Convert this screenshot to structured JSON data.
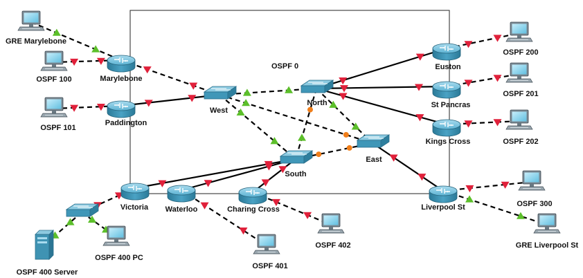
{
  "area_label": "OSPF 0",
  "nodes": [
    {
      "id": "gre_marylebone",
      "type": "pc",
      "label": "GRE Marylebone"
    },
    {
      "id": "ospf100",
      "type": "pc",
      "label": "OSPF 100"
    },
    {
      "id": "ospf101",
      "type": "pc",
      "label": "OSPF 101"
    },
    {
      "id": "marylebone",
      "type": "router",
      "label": "Marylebone"
    },
    {
      "id": "paddington",
      "type": "router",
      "label": "Paddington"
    },
    {
      "id": "west",
      "type": "switch",
      "label": "West"
    },
    {
      "id": "north",
      "type": "switch",
      "label": "North"
    },
    {
      "id": "south",
      "type": "switch",
      "label": "South"
    },
    {
      "id": "east",
      "type": "switch",
      "label": "East"
    },
    {
      "id": "euston",
      "type": "router",
      "label": "Euston"
    },
    {
      "id": "stpancras",
      "type": "router",
      "label": "St Pancras"
    },
    {
      "id": "kingscross",
      "type": "router",
      "label": "Kings Cross"
    },
    {
      "id": "ospf200",
      "type": "pc",
      "label": "OSPF 200"
    },
    {
      "id": "ospf201",
      "type": "pc",
      "label": "OSPF 201"
    },
    {
      "id": "ospf202",
      "type": "pc",
      "label": "OSPF 202"
    },
    {
      "id": "liverpoolst",
      "type": "router",
      "label": "Liverpool St"
    },
    {
      "id": "ospf300",
      "type": "pc",
      "label": "OSPF 300"
    },
    {
      "id": "gre_liverpool",
      "type": "pc",
      "label": "GRE Liverpool St"
    },
    {
      "id": "victoria",
      "type": "router",
      "label": "Victoria"
    },
    {
      "id": "waterloo",
      "type": "router",
      "label": "Waterloo"
    },
    {
      "id": "charingcross",
      "type": "router",
      "label": "Charing Cross"
    },
    {
      "id": "ospf402",
      "type": "pc",
      "label": "OSPF 402"
    },
    {
      "id": "ospf401",
      "type": "pc",
      "label": "OSPF 401"
    },
    {
      "id": "sw400",
      "type": "switch",
      "label": ""
    },
    {
      "id": "ospf400pc",
      "type": "pc",
      "label": "OSPF 400 PC"
    },
    {
      "id": "ospf400server",
      "type": "server",
      "label": "OSPF 400 Server"
    }
  ],
  "links": [
    {
      "a": "gre_marylebone",
      "b": "marylebone",
      "style": "dashed",
      "ma": "green",
      "mb": "green"
    },
    {
      "a": "ospf100",
      "b": "marylebone",
      "style": "dashed",
      "ma": "red",
      "mb": "red"
    },
    {
      "a": "ospf101",
      "b": "paddington",
      "style": "dashed",
      "ma": "red",
      "mb": "red"
    },
    {
      "a": "marylebone",
      "b": "west",
      "style": "dashed",
      "ma": "red",
      "mb": "red"
    },
    {
      "a": "paddington",
      "b": "west",
      "style": "solid",
      "ma": "red",
      "mb": "red"
    },
    {
      "a": "west",
      "b": "north",
      "style": "dashed",
      "ma": "green",
      "mb": "green"
    },
    {
      "a": "west",
      "b": "east",
      "style": "dashed",
      "ma": "green",
      "mb": "orange"
    },
    {
      "a": "west",
      "b": "south",
      "style": "dashed",
      "ma": "green",
      "mb": "green"
    },
    {
      "a": "north",
      "b": "south",
      "style": "dashed",
      "ma": "orange",
      "mb": "green"
    },
    {
      "a": "north",
      "b": "east",
      "style": "dashed",
      "ma": "green",
      "mb": "green"
    },
    {
      "a": "south",
      "b": "east",
      "style": "dashed",
      "ma": "orange",
      "mb": "orange"
    },
    {
      "a": "north",
      "b": "euston",
      "style": "solid",
      "ma": "red",
      "mb": "red"
    },
    {
      "a": "north",
      "b": "stpancras",
      "style": "solid",
      "ma": "red",
      "mb": "red"
    },
    {
      "a": "north",
      "b": "kingscross",
      "style": "solid",
      "ma": "red",
      "mb": "red"
    },
    {
      "a": "euston",
      "b": "ospf200",
      "style": "dashed",
      "ma": "red",
      "mb": "red"
    },
    {
      "a": "stpancras",
      "b": "ospf201",
      "style": "dashed",
      "ma": "red",
      "mb": "red"
    },
    {
      "a": "kingscross",
      "b": "ospf202",
      "style": "dashed",
      "ma": "red",
      "mb": "red"
    },
    {
      "a": "east",
      "b": "liverpoolst",
      "style": "solid",
      "ma": "red",
      "mb": "red"
    },
    {
      "a": "liverpoolst",
      "b": "ospf300",
      "style": "dashed",
      "ma": "red",
      "mb": "red"
    },
    {
      "a": "liverpoolst",
      "b": "gre_liverpool",
      "style": "dashed",
      "ma": "green",
      "mb": "green"
    },
    {
      "a": "south",
      "b": "victoria",
      "style": "solid",
      "ma": "red",
      "mb": "red"
    },
    {
      "a": "south",
      "b": "waterloo",
      "style": "solid",
      "ma": "red",
      "mb": "red"
    },
    {
      "a": "south",
      "b": "charingcross",
      "style": "solid",
      "ma": "red",
      "mb": "red"
    },
    {
      "a": "waterloo",
      "b": "ospf401",
      "style": "dashed",
      "ma": "red",
      "mb": "red"
    },
    {
      "a": "charingcross",
      "b": "ospf402",
      "style": "dashed",
      "ma": "red",
      "mb": "red"
    },
    {
      "a": "victoria",
      "b": "sw400",
      "style": "dashed",
      "ma": "red",
      "mb": "red"
    },
    {
      "a": "sw400",
      "b": "ospf400pc",
      "style": "dashed",
      "ma": "green",
      "mb": "green"
    },
    {
      "a": "sw400",
      "b": "ospf400server",
      "style": "dashed",
      "ma": "green",
      "mb": "green"
    }
  ],
  "colors": {
    "red": "#e0203a",
    "green": "#5cbf2a",
    "orange": "#f07e1a",
    "line": "#000000",
    "router": "#3d93b3",
    "switch": "#4a9fbd",
    "pc": "#4aa6c8"
  }
}
